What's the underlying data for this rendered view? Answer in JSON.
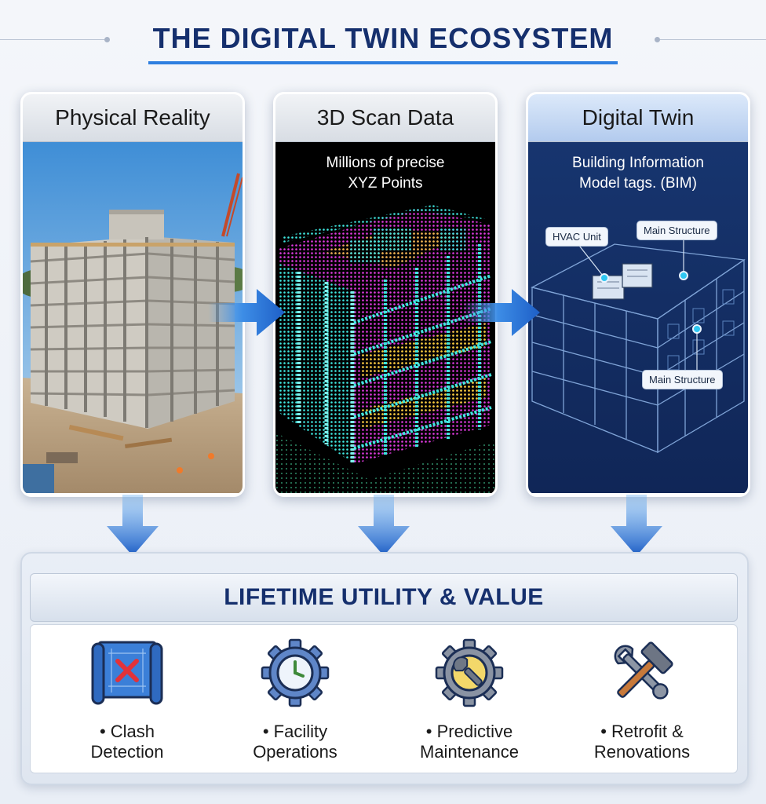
{
  "title": "THE DIGITAL TWIN ECOSYSTEM",
  "panels": [
    {
      "heading": "Physical Reality"
    },
    {
      "heading": "3D Scan Data",
      "caption_line1": "Millions of precise",
      "caption_line2": "XYZ Points"
    },
    {
      "heading": "Digital Twin",
      "caption_line1": "Building Information",
      "caption_line2": "Model tags. (BIM)",
      "tags": [
        "HVAC Unit",
        "Main Structure",
        "Main Structure"
      ]
    }
  ],
  "bottom": {
    "heading": "LIFETIME UTILITY & VALUE",
    "items": [
      {
        "line1": "• Clash",
        "line2": "Detection",
        "icon": "blueprint-clash-icon"
      },
      {
        "line1": "• Facility",
        "line2": "Operations",
        "icon": "gear-clock-icon"
      },
      {
        "line1": "• Predictive",
        "line2": "Maintenance",
        "icon": "gear-wrench-icon"
      },
      {
        "line1": "• Retrofit &",
        "line2": "Renovations",
        "icon": "hammer-wrench-icon"
      }
    ]
  },
  "colors": {
    "title": "#152f6d",
    "accent": "#2f7fe0",
    "scan_bg": "#000000",
    "twin_bg": "#132c63",
    "point_cyan": "#3fe7e0",
    "point_magenta": "#e03adf",
    "point_yellow": "#f0d42a"
  }
}
